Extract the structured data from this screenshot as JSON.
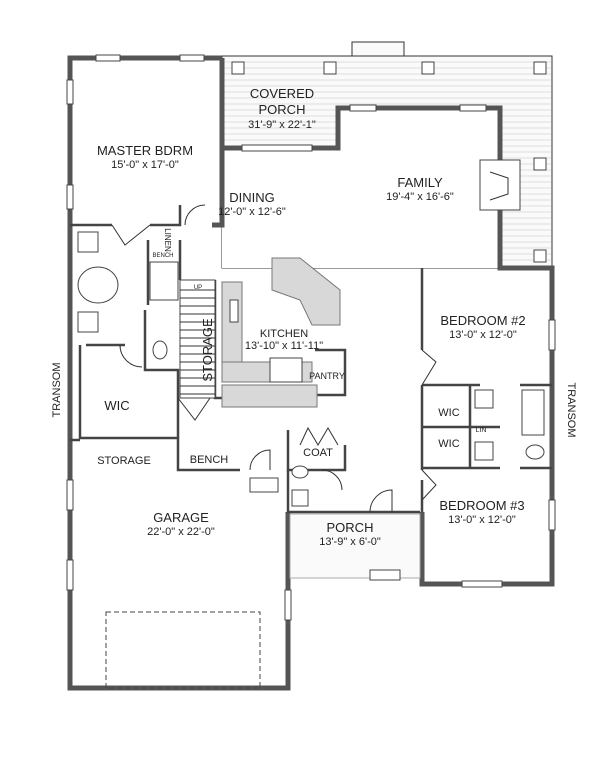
{
  "plan": {
    "rooms": {
      "covered_porch": {
        "name_line1": "COVERED",
        "name_line2": "PORCH",
        "dims": "31'-9\" x 22'-1\""
      },
      "master_bdrm": {
        "name": "MASTER BDRM",
        "dims": "15'-0\" x 17'-0\""
      },
      "dining": {
        "name": "DINING",
        "dims": "12'-0\" x 12'-6\""
      },
      "family": {
        "name": "FAMILY",
        "dims": "19'-4\" x 16'-6\""
      },
      "kitchen": {
        "name": "KITCHEN",
        "dims": "13'-10\" x 11'-11\""
      },
      "bedroom2": {
        "name": "BEDROOM #2",
        "dims": "13'-0\" x 12'-0\""
      },
      "bedroom3": {
        "name": "BEDROOM #3",
        "dims": "13'-0\" x 12'-0\""
      },
      "garage": {
        "name": "GARAGE",
        "dims": "22'-0\" x 22'-0\""
      },
      "porch": {
        "name": "PORCH",
        "dims": "13'-9\" x 6'-0\""
      }
    },
    "labels": {
      "linen": "LINEN",
      "bench_small": "BENCH",
      "up": "UP",
      "stair_storage": "STORAGE",
      "pantry": "PANTRY",
      "wic_master": "WIC",
      "wic_bed2": "WIC",
      "wic_bed3": "WIC",
      "lin": "LIN",
      "storage": "STORAGE",
      "bench": "BENCH",
      "coat": "COAT",
      "transom_left": "TRANSOM",
      "transom_right": "TRANSOM"
    }
  }
}
